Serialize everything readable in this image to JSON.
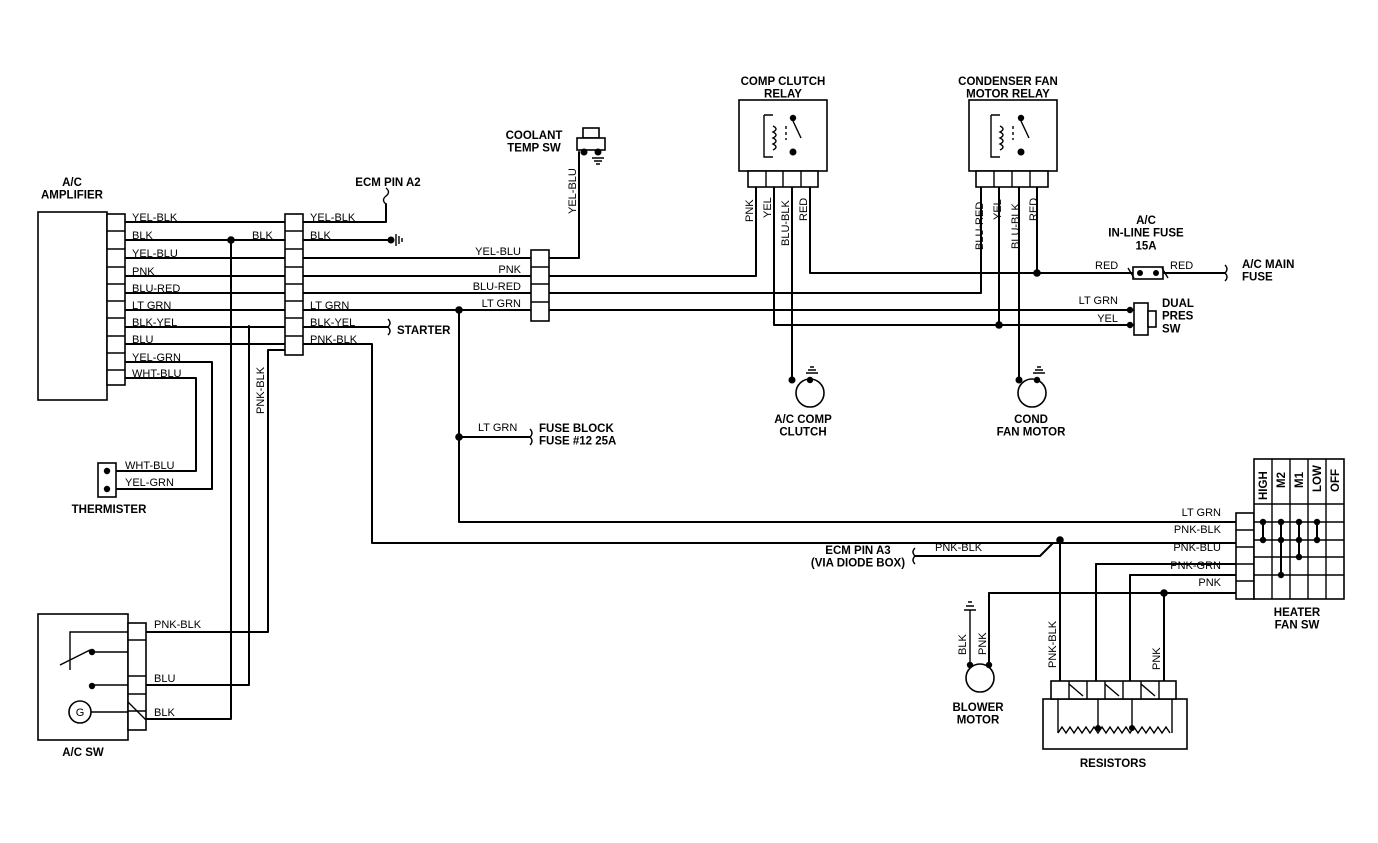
{
  "components": {
    "ac_amplifier": "A/C\nAMPLIFIER",
    "ecm_pin_a2": "ECM PIN A2",
    "coolant_temp_sw": "COOLANT\nTEMP SW",
    "comp_clutch_relay": "COMP CLUTCH\nRELAY",
    "condenser_fan_relay": "CONDENSER FAN\nMOTOR RELAY",
    "inline_fuse": "A/C\nIN-LINE FUSE\n15A",
    "ac_main_fuse": "A/C MAIN\nFUSE",
    "dual_pres_sw": "DUAL\nPRES\nSW",
    "starter": "STARTER",
    "fuse_block": "FUSE BLOCK\nFUSE #12 25A",
    "ac_comp_clutch": "A/C COMP\nCLUTCH",
    "cond_fan_motor": "COND\nFAN MOTOR",
    "thermister": "THERMISTER",
    "ac_sw": "A/C SW",
    "ecm_pin_a3": "ECM PIN A3\n(VIA DIODE BOX)",
    "blower_motor": "BLOWER\nMOTOR",
    "resistors": "RESISTORS",
    "heater_fan_sw": "HEATER\nFAN SW"
  },
  "heater_switch_positions": [
    "HIGH",
    "M2",
    "M1",
    "LOW",
    "OFF"
  ],
  "wires": {
    "amp_pins": [
      "YEL-BLK",
      "BLK",
      "YEL-BLU",
      "PNK",
      "BLU-RED",
      "LT GRN",
      "BLK-YEL",
      "BLU",
      "YEL-GRN",
      "WHT-BLU"
    ],
    "conn1_right": [
      "YEL-BLK",
      "BLK",
      "LT GRN",
      "BLK-YEL",
      "PNK-BLK"
    ],
    "conn2_left": [
      "YEL-BLU",
      "PNK",
      "BLU-RED",
      "LT GRN"
    ],
    "coolant": "YEL-BLU",
    "comp_relay_pins": [
      "PNK",
      "YEL",
      "BLU-BLK",
      "RED"
    ],
    "fan_relay_pins": [
      "BLU-RED",
      "YEL",
      "BLU-BLK",
      "RED"
    ],
    "red": "RED",
    "dual_pres": [
      "LT GRN",
      "YEL"
    ],
    "fuse_block_wire": "LT GRN",
    "thermister": [
      "WHT-BLU",
      "YEL-GRN"
    ],
    "pnk_blk_vertical": "PNK-BLK",
    "ac_sw": [
      "PNK-BLK",
      "BLU",
      "BLK"
    ],
    "heater_sw": [
      "LT GRN",
      "PNK-BLK",
      "PNK-BLU",
      "PNK-GRN",
      "PNK"
    ],
    "ecm_a3_wire": "PNK-BLK",
    "blower": [
      "BLK",
      "PNK"
    ],
    "resistor_wires": [
      "PNK-BLK",
      "PNK"
    ]
  }
}
